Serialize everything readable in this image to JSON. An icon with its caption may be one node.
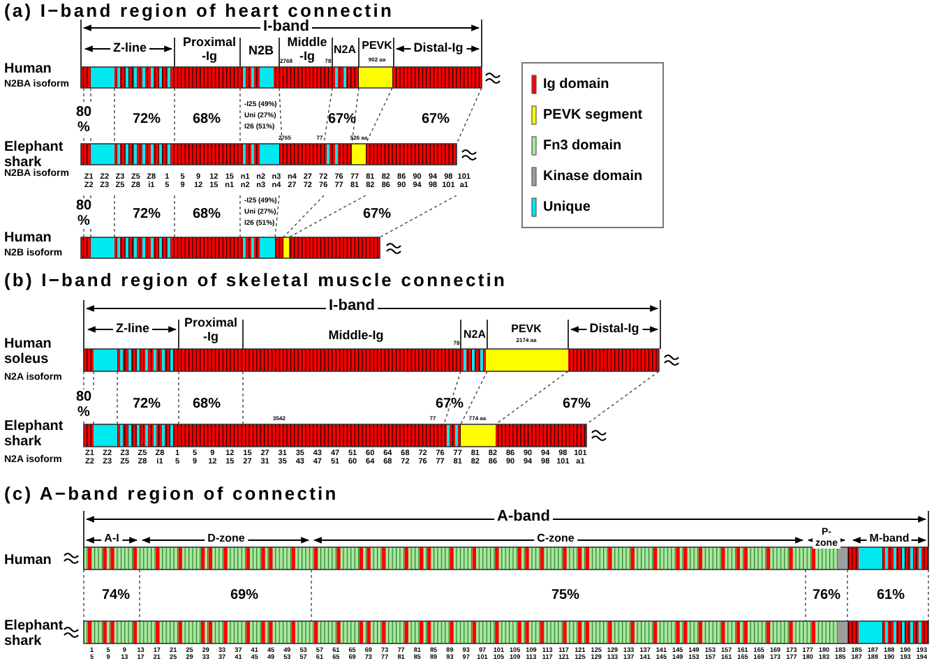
{
  "diagram": {
    "labels": [
      "(a) I−band region of heart connectin",
      "I-band",
      "Z-line",
      "Proximal -Ig",
      "N2B",
      "Middle -Ig",
      "N2A",
      "PEVK",
      "Distal-Ig",
      "Human",
      "N2BA isoform",
      "2768",
      "78",
      "902 aa",
      "80 %",
      "72%",
      "68%",
      "-I25 (49%)",
      "Uni (27%)",
      "I26 (51%)",
      "67%",
      "67%",
      "Elephant shark",
      "N2BA isoform",
      "2765",
      "77",
      "526 aa",
      "Z1 Z2",
      "Z2 Z3",
      "Z3 Z5",
      "Z5 Z8",
      "Z8 i1",
      "1 5",
      "5 9",
      "9 12",
      "12 15",
      "15 n1",
      "n1 n2",
      "n2 n3",
      "n3 n4",
      "n4 27",
      "27 72",
      "72 76",
      "76 77",
      "77 81",
      "81 82",
      "82 86",
      "86 90",
      "90 94",
      "94 98",
      "98 101",
      "101 a1",
      "80 %",
      "72%",
      "68%",
      "-I25 (49%)",
      "Uni (27%)",
      "I26 (51%)",
      "67%",
      "Human",
      "N2B isoform",
      "(b) I−band region of skeletal muscle connectin",
      "I-band",
      "Z-line",
      "Proximal -Ig",
      "Middle-Ig",
      "N2A",
      "PEVK",
      "2174 aa",
      "Distal-Ig",
      "Human soleus",
      "N2A isoform",
      "78",
      "80 %",
      "72%",
      "68%",
      "67%",
      "67%",
      "Elephant shark",
      "N2A isoform",
      "3542",
      "77",
      "774 aa",
      "Z1 Z2",
      "Z2 Z3",
      "Z3 Z5",
      "Z5 Z8",
      "Z8 i1",
      "1 5",
      "5 9",
      "9 12",
      "12 15",
      "15 27",
      "27 31",
      "31 35",
      "35 43",
      "43 47",
      "47 51",
      "51 60",
      "60 64",
      "64 68",
      "68 72",
      "72 76",
      "76 77",
      "77 81",
      "81 82",
      "82 86",
      "86 90",
      "90 94",
      "94 98",
      "98 101",
      "101 a1",
      "(c) A−band region of connectin",
      "A-band",
      "A-I",
      "D-zone",
      "C-zone",
      "P- zone",
      "M-band",
      "Human",
      "74%",
      "69%",
      "75%",
      "76%",
      "61%",
      "Elephant shark",
      "1 5",
      "5 9",
      "9 13",
      "13 17",
      "17 21",
      "21 25",
      "25 29",
      "29 33",
      "33 37",
      "37 41",
      "41 45",
      "45 49",
      "49 53",
      "53 57",
      "57 61",
      "61 65",
      "65 69",
      "69 73",
      "73 77",
      "77 81",
      "81 85",
      "85 89",
      "89 93",
      "93 97",
      "97 101",
      "101 105",
      "105 109",
      "109 113",
      "113 117",
      "117 121",
      "121 125",
      "125 129",
      "129 133",
      "133 137",
      "137 141",
      "141 145",
      "145 149",
      "149 153",
      "153 157",
      "157 161",
      "161 165",
      "165 169",
      "169 173",
      "173 177",
      "177 180",
      "180 183",
      "183 185",
      "185 187",
      "187 188",
      "188 190",
      "190 193",
      "193 194"
    ],
    "legend": [
      {
        "text": "Ig domain",
        "color": "#ff0000"
      },
      {
        "text": "PEVK segment",
        "color": "#ffff00"
      },
      {
        "text": "Fn3 domain",
        "color": "#a8e8a0"
      },
      {
        "text": "Kinase domain",
        "color": "#9e9e9e"
      },
      {
        "text": "Unique",
        "color": "#00e8f0"
      }
    ]
  }
}
